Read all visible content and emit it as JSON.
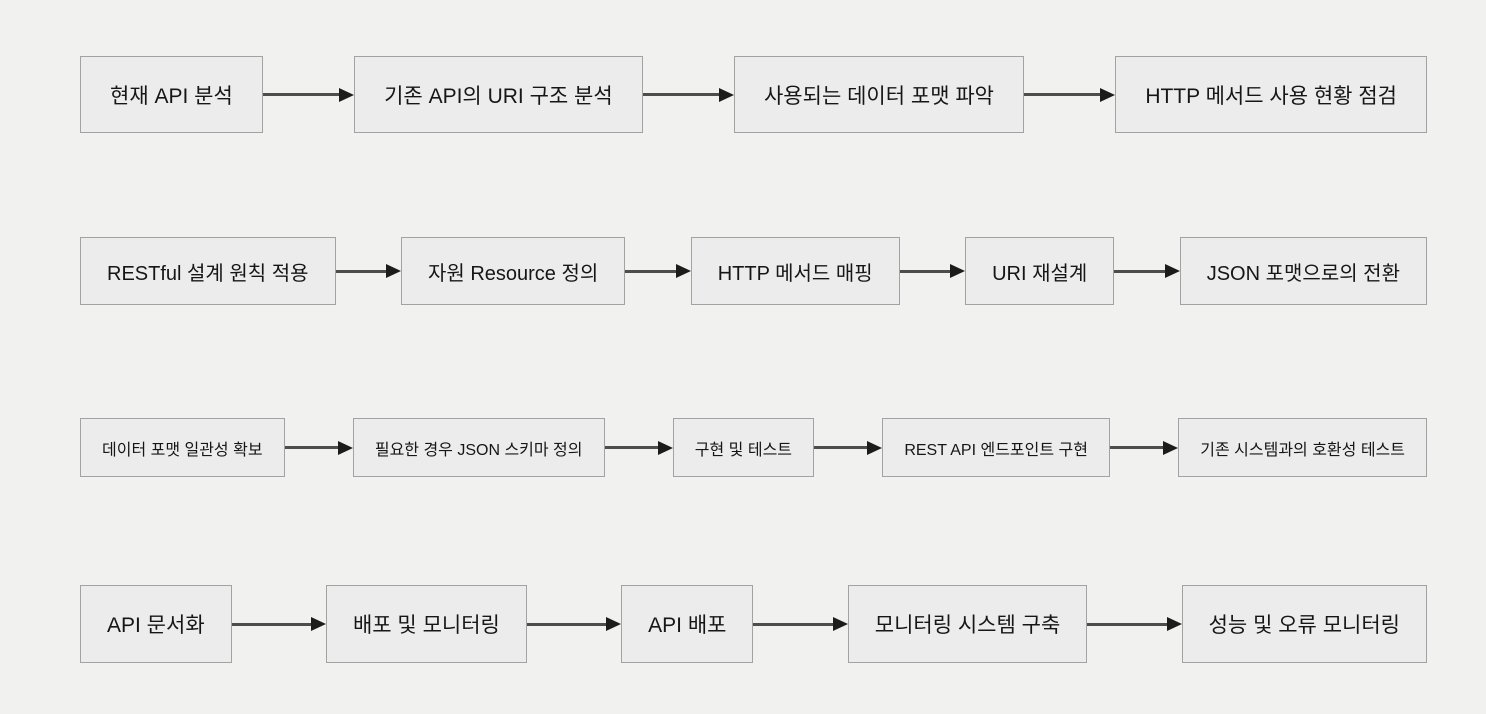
{
  "page": {
    "background": "#f1f1ef"
  },
  "diagram": {
    "type": "flowchart-left-to-right",
    "colors": {
      "node_fill": "#ececec",
      "node_border": "#a2a2a2",
      "arrow_line": "#4d4d4d",
      "arrow_head": "#1c1c1c",
      "text": "#161616"
    },
    "rows": [
      {
        "name": "analysis-phase",
        "nodes": [
          "현재 API 분석",
          "기존 API의 URI 구조 분석",
          "사용되는 데이터 포맷 파악",
          "HTTP 메서드 사용 현황 점검"
        ]
      },
      {
        "name": "design-phase",
        "nodes": [
          "RESTful 설계 원칙 적용",
          "자원 Resource 정의",
          "HTTP 메서드 매핑",
          "URI 재설계",
          "JSON 포맷으로의 전환"
        ]
      },
      {
        "name": "implementation-phase",
        "nodes": [
          "데이터 포맷 일관성 확보",
          "필요한 경우 JSON 스키마 정의",
          "구현 및 테스트",
          "REST API 엔드포인트 구현",
          "기존 시스템과의 호환성 테스트"
        ]
      },
      {
        "name": "deployment-phase",
        "nodes": [
          "API 문서화",
          "배포 및 모니터링",
          "API 배포",
          "모니터링 시스템 구축",
          "성능 및 오류 모니터링"
        ]
      }
    ]
  }
}
